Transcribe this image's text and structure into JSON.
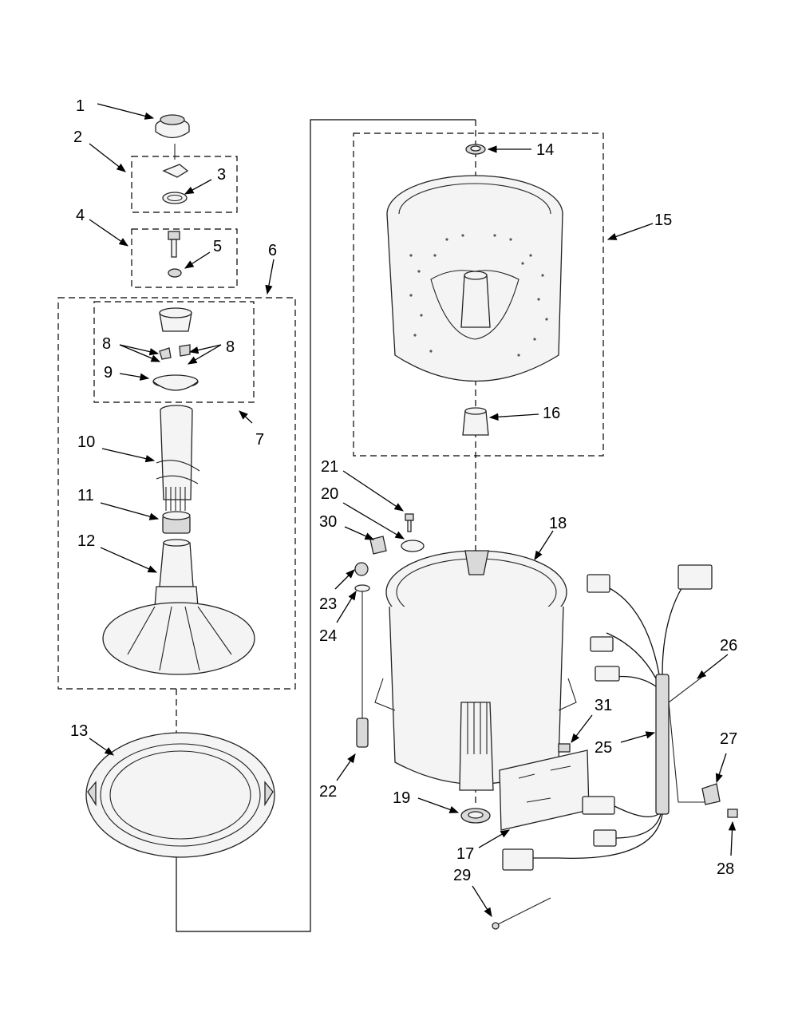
{
  "callouts": [
    {
      "id": "1",
      "label": "1"
    },
    {
      "id": "2",
      "label": "2"
    },
    {
      "id": "3",
      "label": "3"
    },
    {
      "id": "4",
      "label": "4"
    },
    {
      "id": "5",
      "label": "5"
    },
    {
      "id": "6",
      "label": "6"
    },
    {
      "id": "7",
      "label": "7"
    },
    {
      "id": "8a",
      "label": "8"
    },
    {
      "id": "8b",
      "label": "8"
    },
    {
      "id": "9",
      "label": "9"
    },
    {
      "id": "10",
      "label": "10"
    },
    {
      "id": "11",
      "label": "11"
    },
    {
      "id": "12",
      "label": "12"
    },
    {
      "id": "13",
      "label": "13"
    },
    {
      "id": "14",
      "label": "14"
    },
    {
      "id": "15",
      "label": "15"
    },
    {
      "id": "16",
      "label": "16"
    },
    {
      "id": "17",
      "label": "17"
    },
    {
      "id": "18",
      "label": "18"
    },
    {
      "id": "19",
      "label": "19"
    },
    {
      "id": "20",
      "label": "20"
    },
    {
      "id": "21",
      "label": "21"
    },
    {
      "id": "22",
      "label": "22"
    },
    {
      "id": "23",
      "label": "23"
    },
    {
      "id": "24",
      "label": "24"
    },
    {
      "id": "25",
      "label": "25"
    },
    {
      "id": "26",
      "label": "26"
    },
    {
      "id": "27",
      "label": "27"
    },
    {
      "id": "28",
      "label": "28"
    },
    {
      "id": "29",
      "label": "29"
    },
    {
      "id": "30",
      "label": "30"
    },
    {
      "id": "31",
      "label": "31"
    }
  ]
}
